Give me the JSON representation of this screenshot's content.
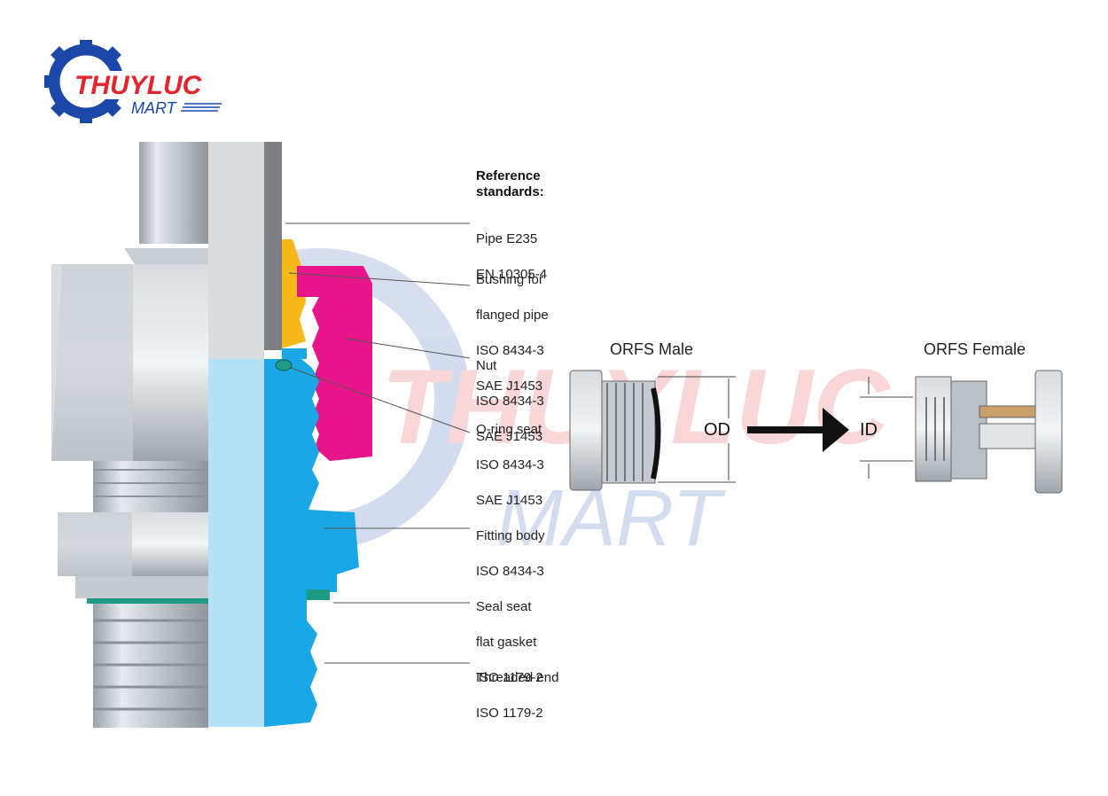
{
  "logo": {
    "brand_top": "THUYLUC",
    "brand_bottom": "MART",
    "watermark_top": "THUYLUC",
    "watermark_bottom": "MART",
    "colors": {
      "gear": "#1a47a8",
      "text_red": "#e2262b"
    }
  },
  "reference": {
    "heading": "Reference standards:",
    "items": [
      {
        "lines": [
          "Pipe E235",
          "EN 10305-4"
        ]
      },
      {
        "lines": [
          "Bushing for",
          "flanged pipe",
          "ISO 8434-3",
          "SAE J1453"
        ]
      },
      {
        "lines": [
          "Nut",
          "ISO 8434-3",
          "SAE J1453"
        ]
      },
      {
        "lines": [
          "O-ring seat",
          "ISO 8434-3",
          "SAE J1453"
        ]
      },
      {
        "lines": [
          "Fitting body",
          "ISO 8434-3"
        ]
      },
      {
        "lines": [
          "Seal seat",
          "flat gasket",
          "ISO 1179-2"
        ]
      },
      {
        "lines": [
          "Threaded end",
          "ISO 1179-2"
        ]
      }
    ]
  },
  "orfs": {
    "male_title": "ORFS Male",
    "female_title": "ORFS Female",
    "male_dim": "OD",
    "female_dim": "ID"
  },
  "colors": {
    "pipe": "#7d7f82",
    "bushing": "#f7b81a",
    "nut": "#e8148a",
    "body": "#19a7e6",
    "body_light": "#b7e1f7",
    "seal": "#1f9a86",
    "steel": "#b9c0c6"
  }
}
